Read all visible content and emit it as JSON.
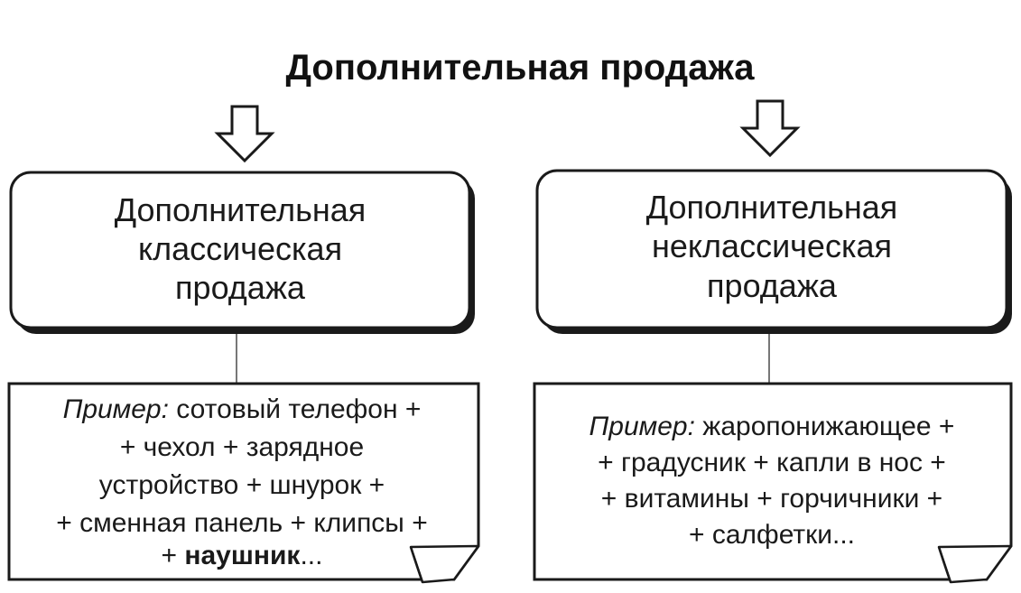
{
  "title": "Дополнительная продажа",
  "left": {
    "box_lines": [
      "Дополнительная",
      "классическая",
      "продажа"
    ],
    "example_label": "Пример:",
    "example_lines": [
      " сотовый телефон +",
      "+ чехол + зарядное",
      "устройство + шнурок +",
      "+ сменная панель + клипсы +",
      "+ ",
      "наушник",
      "..."
    ]
  },
  "right": {
    "box_lines": [
      "Дополнительная",
      "неклассическая",
      "продажа"
    ],
    "example_label": "Пример:",
    "example_lines": [
      " жаропонижающее +",
      "+ градусник + капли в нос +",
      "+ витамины + горчичники +",
      "+ салфетки..."
    ]
  }
}
